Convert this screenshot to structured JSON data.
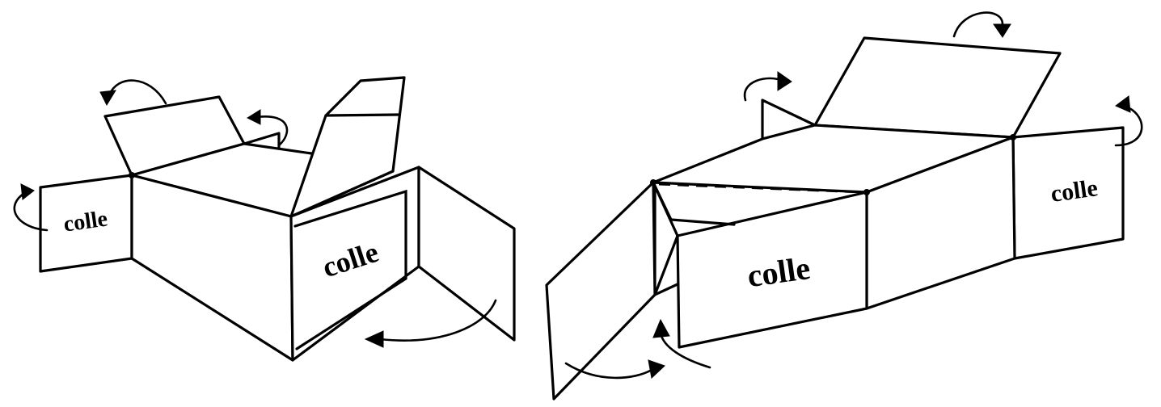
{
  "diagram": {
    "left_box": {
      "left_flap_label": "colle",
      "front_panel_label": "colle"
    },
    "right_box": {
      "front_panel_label": "colle",
      "right_flap_label": "colle"
    }
  }
}
